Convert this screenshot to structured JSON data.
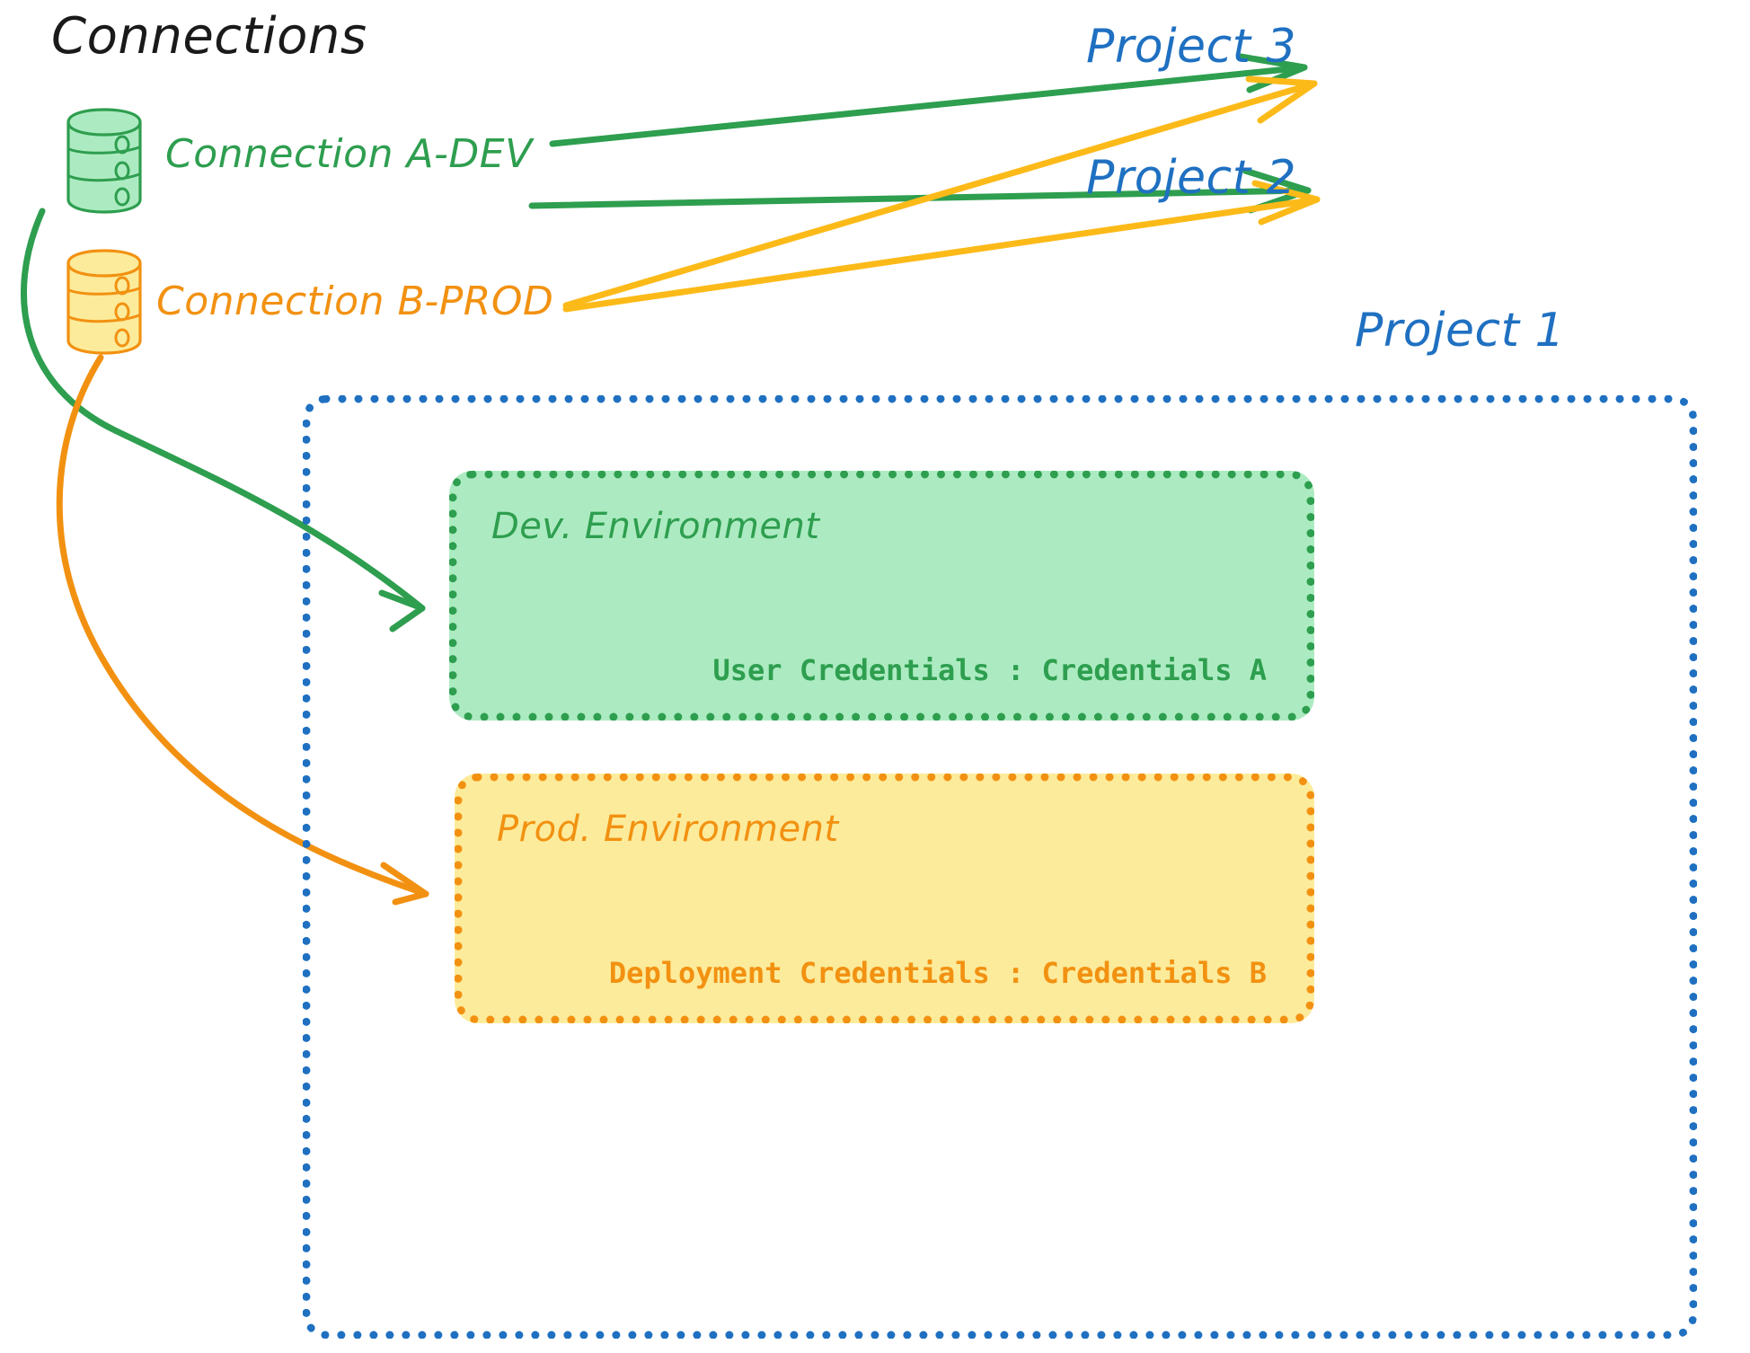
{
  "diagram": {
    "title": "Connections",
    "background": "#ffffff",
    "colors": {
      "dev_green": "#2E9E4F",
      "dev_green_fill": "#ACEBC1",
      "prod_orange": "#F29111",
      "prod_orange_fill": "#FCEB9B",
      "arrow_orange": "#FCBA19",
      "project_blue": "#1F70C1"
    }
  },
  "connections": [
    {
      "id": "connection-a-dev",
      "label": "Connection A-DEV",
      "color": "#2E9E4F",
      "icon": "database-cylinder-icon",
      "targets": [
        "Project 3",
        "Project 2",
        "Dev. Environment"
      ]
    },
    {
      "id": "connection-b-prod",
      "label": "Connection B-PROD",
      "color": "#F29111",
      "icon": "database-cylinder-icon",
      "targets": [
        "Project 3",
        "Project 2",
        "Prod. Environment"
      ]
    }
  ],
  "projects": [
    {
      "id": "project-3",
      "label": "Project 3"
    },
    {
      "id": "project-2",
      "label": "Project 2"
    },
    {
      "id": "project-1",
      "label": "Project 1"
    }
  ],
  "project_1": {
    "label": "Project 1",
    "environments": [
      {
        "id": "dev-environment",
        "title": "Dev. Environment",
        "credential_label": "User Credentials",
        "credential_separator": ":",
        "credential_value": "Credentials A",
        "credential_line": "User Credentials : Credentials A",
        "color": "#2E9E4F",
        "fill": "#ACEBC1"
      },
      {
        "id": "prod-environment",
        "title": "Prod. Environment",
        "credential_label": "Deployment Credentials",
        "credential_separator": ":",
        "credential_value": "Credentials B",
        "credential_line": "Deployment Credentials : Credentials B",
        "color": "#F29111",
        "fill": "#FCEB9B"
      }
    ]
  }
}
